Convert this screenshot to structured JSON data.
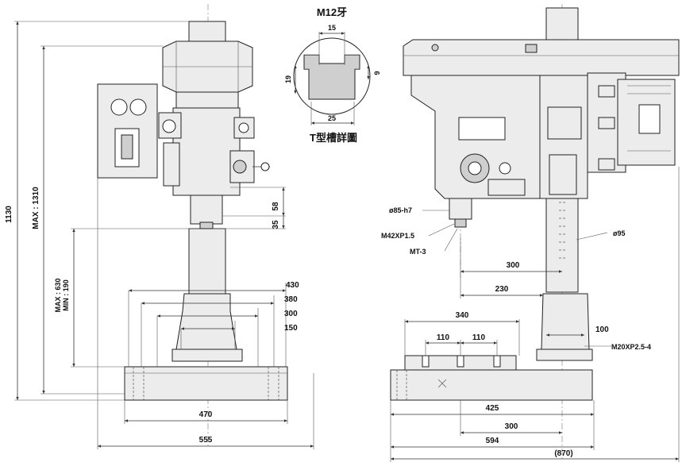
{
  "front_view": {
    "overall_height": "1130",
    "max_height": "MAX : 1310",
    "max_travel": "MAX : 630",
    "min_travel": "MIN : 190",
    "spindle_dim_58": "58",
    "spindle_dim_35": "35",
    "slot_430": "430",
    "slot_380": "380",
    "slot_300": "300",
    "slot_150": "150",
    "base_470": "470",
    "base_555": "555"
  },
  "t_slot_detail": {
    "title": "M12牙",
    "caption": "T型槽詳圖",
    "dim_top": "15",
    "dim_left": "19",
    "dim_right": "9",
    "dim_bottom": "25"
  },
  "side_view": {
    "spindle_dia": "ø85-h7",
    "thread": "M42XP1.5",
    "taper": "MT-3",
    "column_dia": "ø95",
    "reach_300": "300",
    "reach_230": "230",
    "table_340": "340",
    "slot_110_a": "110",
    "slot_110_b": "110",
    "bolt_100": "100",
    "bolt_thread": "M20XP2.5-4",
    "base_425": "425",
    "base_300": "300",
    "base_594": "594",
    "base_870": "(870)"
  },
  "colors": {
    "line": "#222222",
    "fill": "#ececec",
    "background": "#ffffff"
  }
}
